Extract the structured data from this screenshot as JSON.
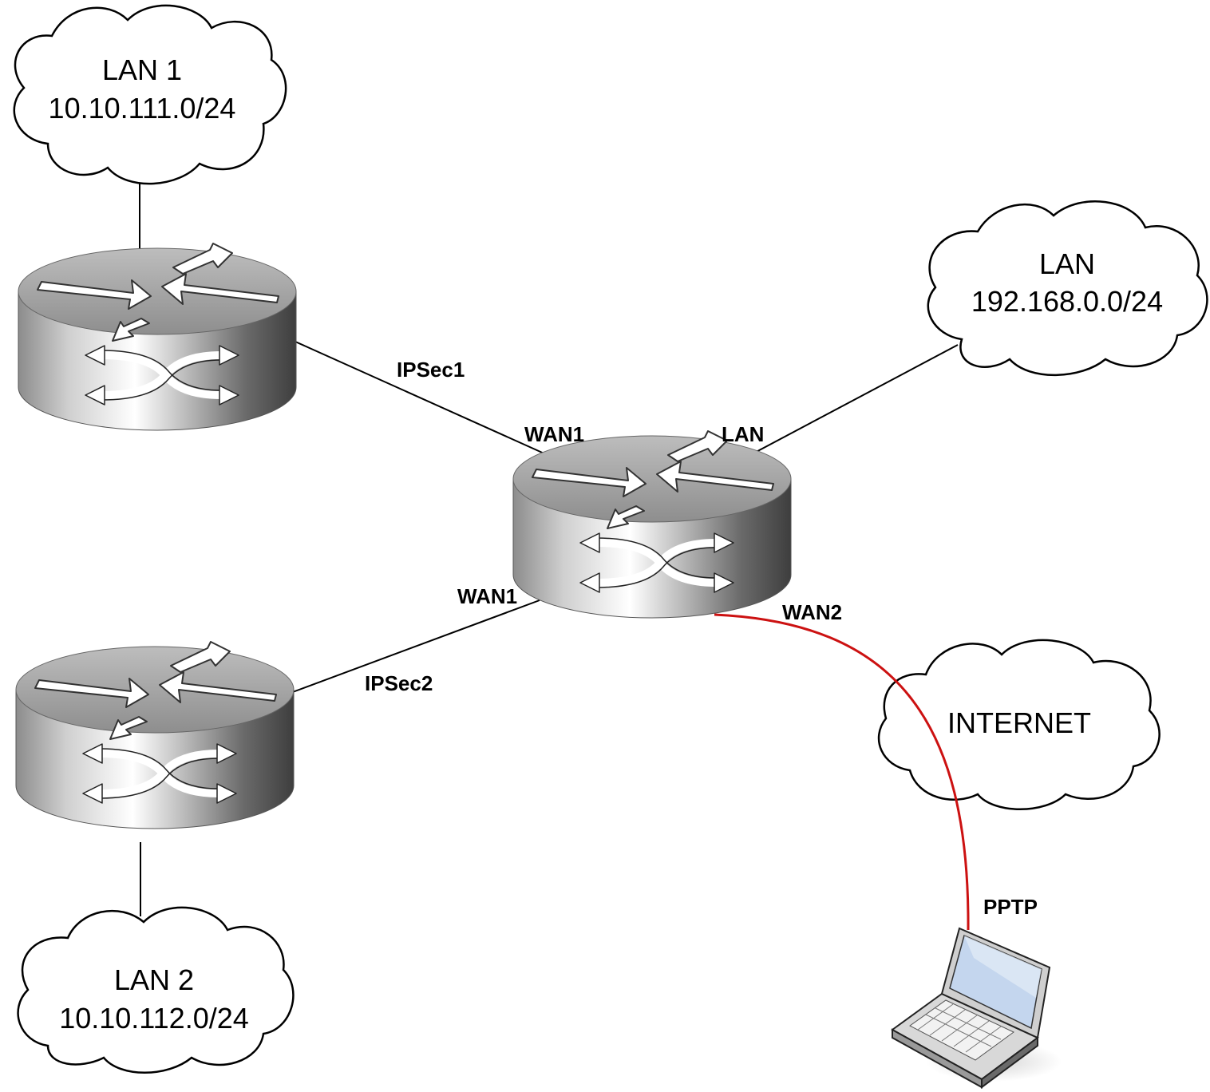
{
  "clouds": {
    "lan1": {
      "name": "LAN 1",
      "subnet": "10.10.111.0/24"
    },
    "lan_main": {
      "name": "LAN",
      "subnet": "192.168.0.0/24"
    },
    "lan2": {
      "name": "LAN 2",
      "subnet": "10.10.112.0/24"
    },
    "internet": {
      "name": "INTERNET"
    }
  },
  "links": {
    "ipsec1": "IPSec1",
    "ipsec2": "IPSec2",
    "pptp": "PPTP"
  },
  "ports": {
    "wan1_top": "WAN1",
    "lan": "LAN",
    "wan1_bottom": "WAN1",
    "wan2": "WAN2"
  },
  "colors": {
    "pptp_line": "#cc1111",
    "line": "#000000"
  },
  "icons": [
    "router-icon",
    "cloud-icon",
    "laptop-icon"
  ]
}
